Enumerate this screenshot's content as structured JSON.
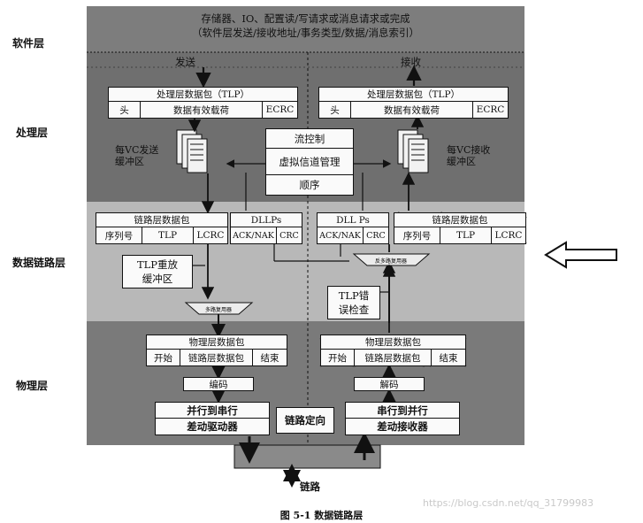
{
  "layers": {
    "software": "软件层",
    "transaction": "处理层",
    "datalink": "数据链路层",
    "physical": "物理层"
  },
  "software": {
    "line1": "存储器、IO、配置读/写请求或消息请求或完成",
    "line2": "（软件层发送/接收地址/事务类型/数据/消息索引）"
  },
  "direction": {
    "send": "发送",
    "receive": "接收"
  },
  "transaction": {
    "tlp_title": "处理层数据包（TLP）",
    "header": "头",
    "payload": "数据有效载荷",
    "ecrc": "ECRC",
    "vc_send": [
      "每VC发送",
      "缓冲区"
    ],
    "vc_receive": [
      "每VC接收",
      "缓冲区"
    ],
    "flow_control": "流控制",
    "virtual_channel": "虚拟信道管理",
    "ordering": "顺序"
  },
  "datalink": {
    "dll_packet": "链路层数据包",
    "sequence": "序列号",
    "tlp": "TLP",
    "lcrc": "LCRC",
    "dllps_send": "DLLPs",
    "dllps_recv": "DLL Ps",
    "ack_nak": "ACK/NAK",
    "crc": "CRC",
    "retry_buffer": [
      "TLP重放",
      "缓冲区"
    ],
    "error_check": [
      "TLP错",
      "误检查"
    ],
    "mux": "多路复用器",
    "demux": "反多路复用器"
  },
  "physical": {
    "phy_packet": "物理层数据包",
    "start": "开始",
    "dll_packet": "链路层数据包",
    "end": "结束",
    "encode": "编码",
    "decode": "解码",
    "p2s": "并行到串行",
    "s2p": "串行到并行",
    "diff_driver": "差动驱动器",
    "diff_receiver": "差动接收器",
    "link_training": "链路定向"
  },
  "link": "链路",
  "caption": "图 5-1    数据链路层",
  "watermark": "https://blog.csdn.net/qq_31799983"
}
